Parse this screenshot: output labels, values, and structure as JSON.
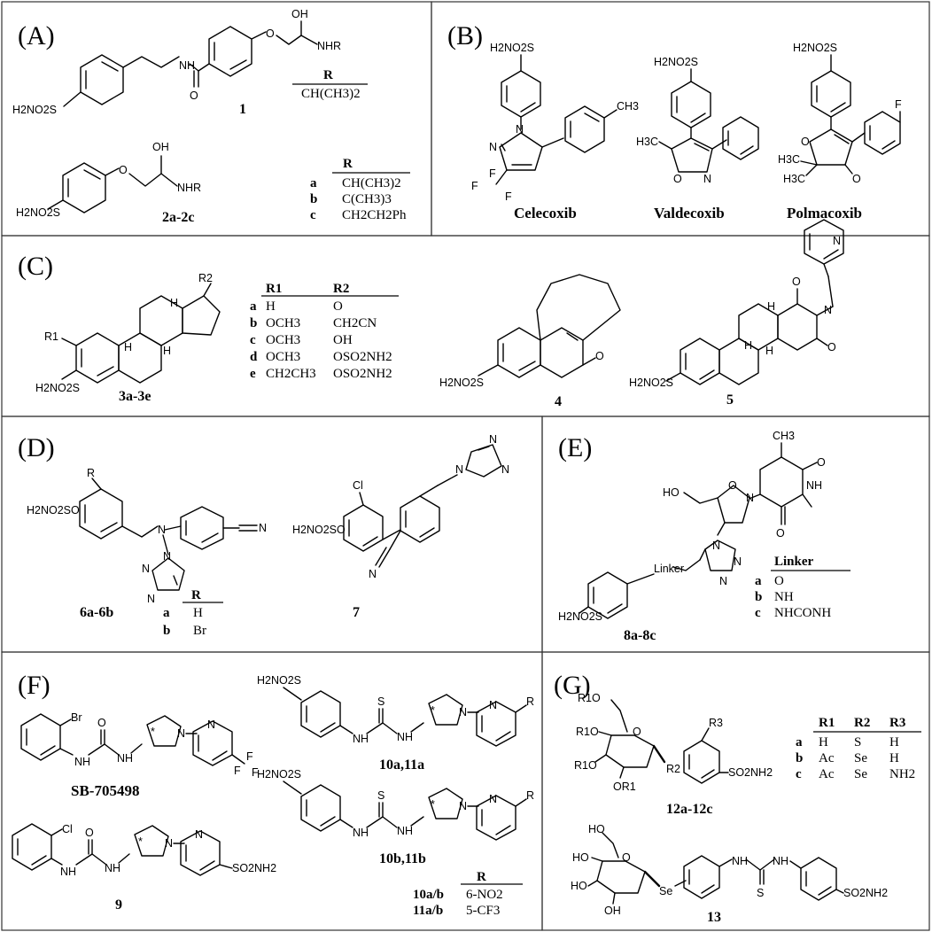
{
  "panels": {
    "A": {
      "label": "(A)",
      "compound_1": "1",
      "compound_2": "2a-2c",
      "atoms": {
        "oh": "OH",
        "nhr": "NHR",
        "nh": "NH",
        "o": "O",
        "sulfonamide": "H2NO2S"
      },
      "table1": {
        "header": "R",
        "rows": [
          {
            "key": "",
            "value": "CH(CH3)2"
          }
        ]
      },
      "table2": {
        "header": "R",
        "rows": [
          {
            "key": "a",
            "value": "CH(CH3)2"
          },
          {
            "key": "b",
            "value": "C(CH3)3"
          },
          {
            "key": "c",
            "value": "CH2CH2Ph"
          }
        ]
      }
    },
    "B": {
      "label": "(B)",
      "drugs": [
        "Celecoxib",
        "Valdecoxib",
        "Polmacoxib"
      ],
      "atoms": {
        "sulfonamide": "H2NO2S",
        "ch3": "CH3",
        "cf3_f": "F",
        "n": "N",
        "o": "O",
        "h3c": "H3C",
        "f": "F"
      }
    },
    "C": {
      "label": "(C)",
      "compound_3": "3a-3e",
      "compound_4": "4",
      "compound_5": "5",
      "atoms": {
        "r1": "R1",
        "r2": "R2",
        "h": "H",
        "o": "O",
        "n": "N",
        "sulfonamide": "H2NO2S"
      },
      "table": {
        "headers": [
          "R1",
          "R2"
        ],
        "rows": [
          {
            "key": "a",
            "r1": "H",
            "r2": "O"
          },
          {
            "key": "b",
            "r1": "OCH3",
            "r2": "CH2CN"
          },
          {
            "key": "c",
            "r1": "OCH3",
            "r2": "OH"
          },
          {
            "key": "d",
            "r1": "OCH3",
            "r2": "OSO2NH2"
          },
          {
            "key": "e",
            "r1": "CH2CH3",
            "r2": "OSO2NH2"
          }
        ]
      }
    },
    "D": {
      "label": "(D)",
      "compound_6": "6a-6b",
      "compound_7": "7",
      "atoms": {
        "r": "R",
        "n": "N",
        "cl": "Cl",
        "sulfamate": "H2NO2SO"
      },
      "table": {
        "header": "R",
        "rows": [
          {
            "key": "a",
            "value": "H"
          },
          {
            "key": "b",
            "value": "Br"
          }
        ]
      }
    },
    "E": {
      "label": "(E)",
      "compound_8": "8a-8c",
      "atoms": {
        "ch3": "CH3",
        "o": "O",
        "nh": "NH",
        "n": "N",
        "ho": "HO",
        "linker": "Linker",
        "sulfonamide": "H2NO2S"
      },
      "table": {
        "header": "Linker",
        "rows": [
          {
            "key": "a",
            "value": "O"
          },
          {
            "key": "b",
            "value": "NH"
          },
          {
            "key": "c",
            "value": "NHCONH"
          }
        ]
      }
    },
    "F": {
      "label": "(F)",
      "sb": "SB-705498",
      "compound_9": "9",
      "compound_10_11a": "10a,11a",
      "compound_10_11b": "10b,11b",
      "atoms": {
        "br": "Br",
        "cl": "Cl",
        "o": "O",
        "s": "S",
        "nh": "NH",
        "n": "N",
        "r": "R",
        "star": "*",
        "f": "F",
        "so2nh2": "SO2NH2",
        "sulfonamide": "H2NO2S"
      },
      "table": {
        "header": "R",
        "rows": [
          {
            "key": "10a/b",
            "value": "6-NO2"
          },
          {
            "key": "11a/b",
            "value": "5-CF3"
          }
        ]
      }
    },
    "G": {
      "label": "(G)",
      "compound_12": "12a-12c",
      "compound_13": "13",
      "atoms": {
        "r1o": "R1O",
        "or1": "OR1",
        "r2": "R2",
        "r3": "R3",
        "o": "O",
        "ho": "HO",
        "oh": "OH",
        "se": "Se",
        "nh": "NH",
        "s": "S",
        "so2nh2": "SO2NH2"
      },
      "table": {
        "headers": [
          "R1",
          "R2",
          "R3"
        ],
        "rows": [
          {
            "key": "a",
            "r1": "H",
            "r2": "S",
            "r3": "H"
          },
          {
            "key": "b",
            "r1": "Ac",
            "r2": "Se",
            "r3": "H"
          },
          {
            "key": "c",
            "r1": "Ac",
            "r2": "Se",
            "r3": "NH2"
          }
        ]
      }
    }
  }
}
